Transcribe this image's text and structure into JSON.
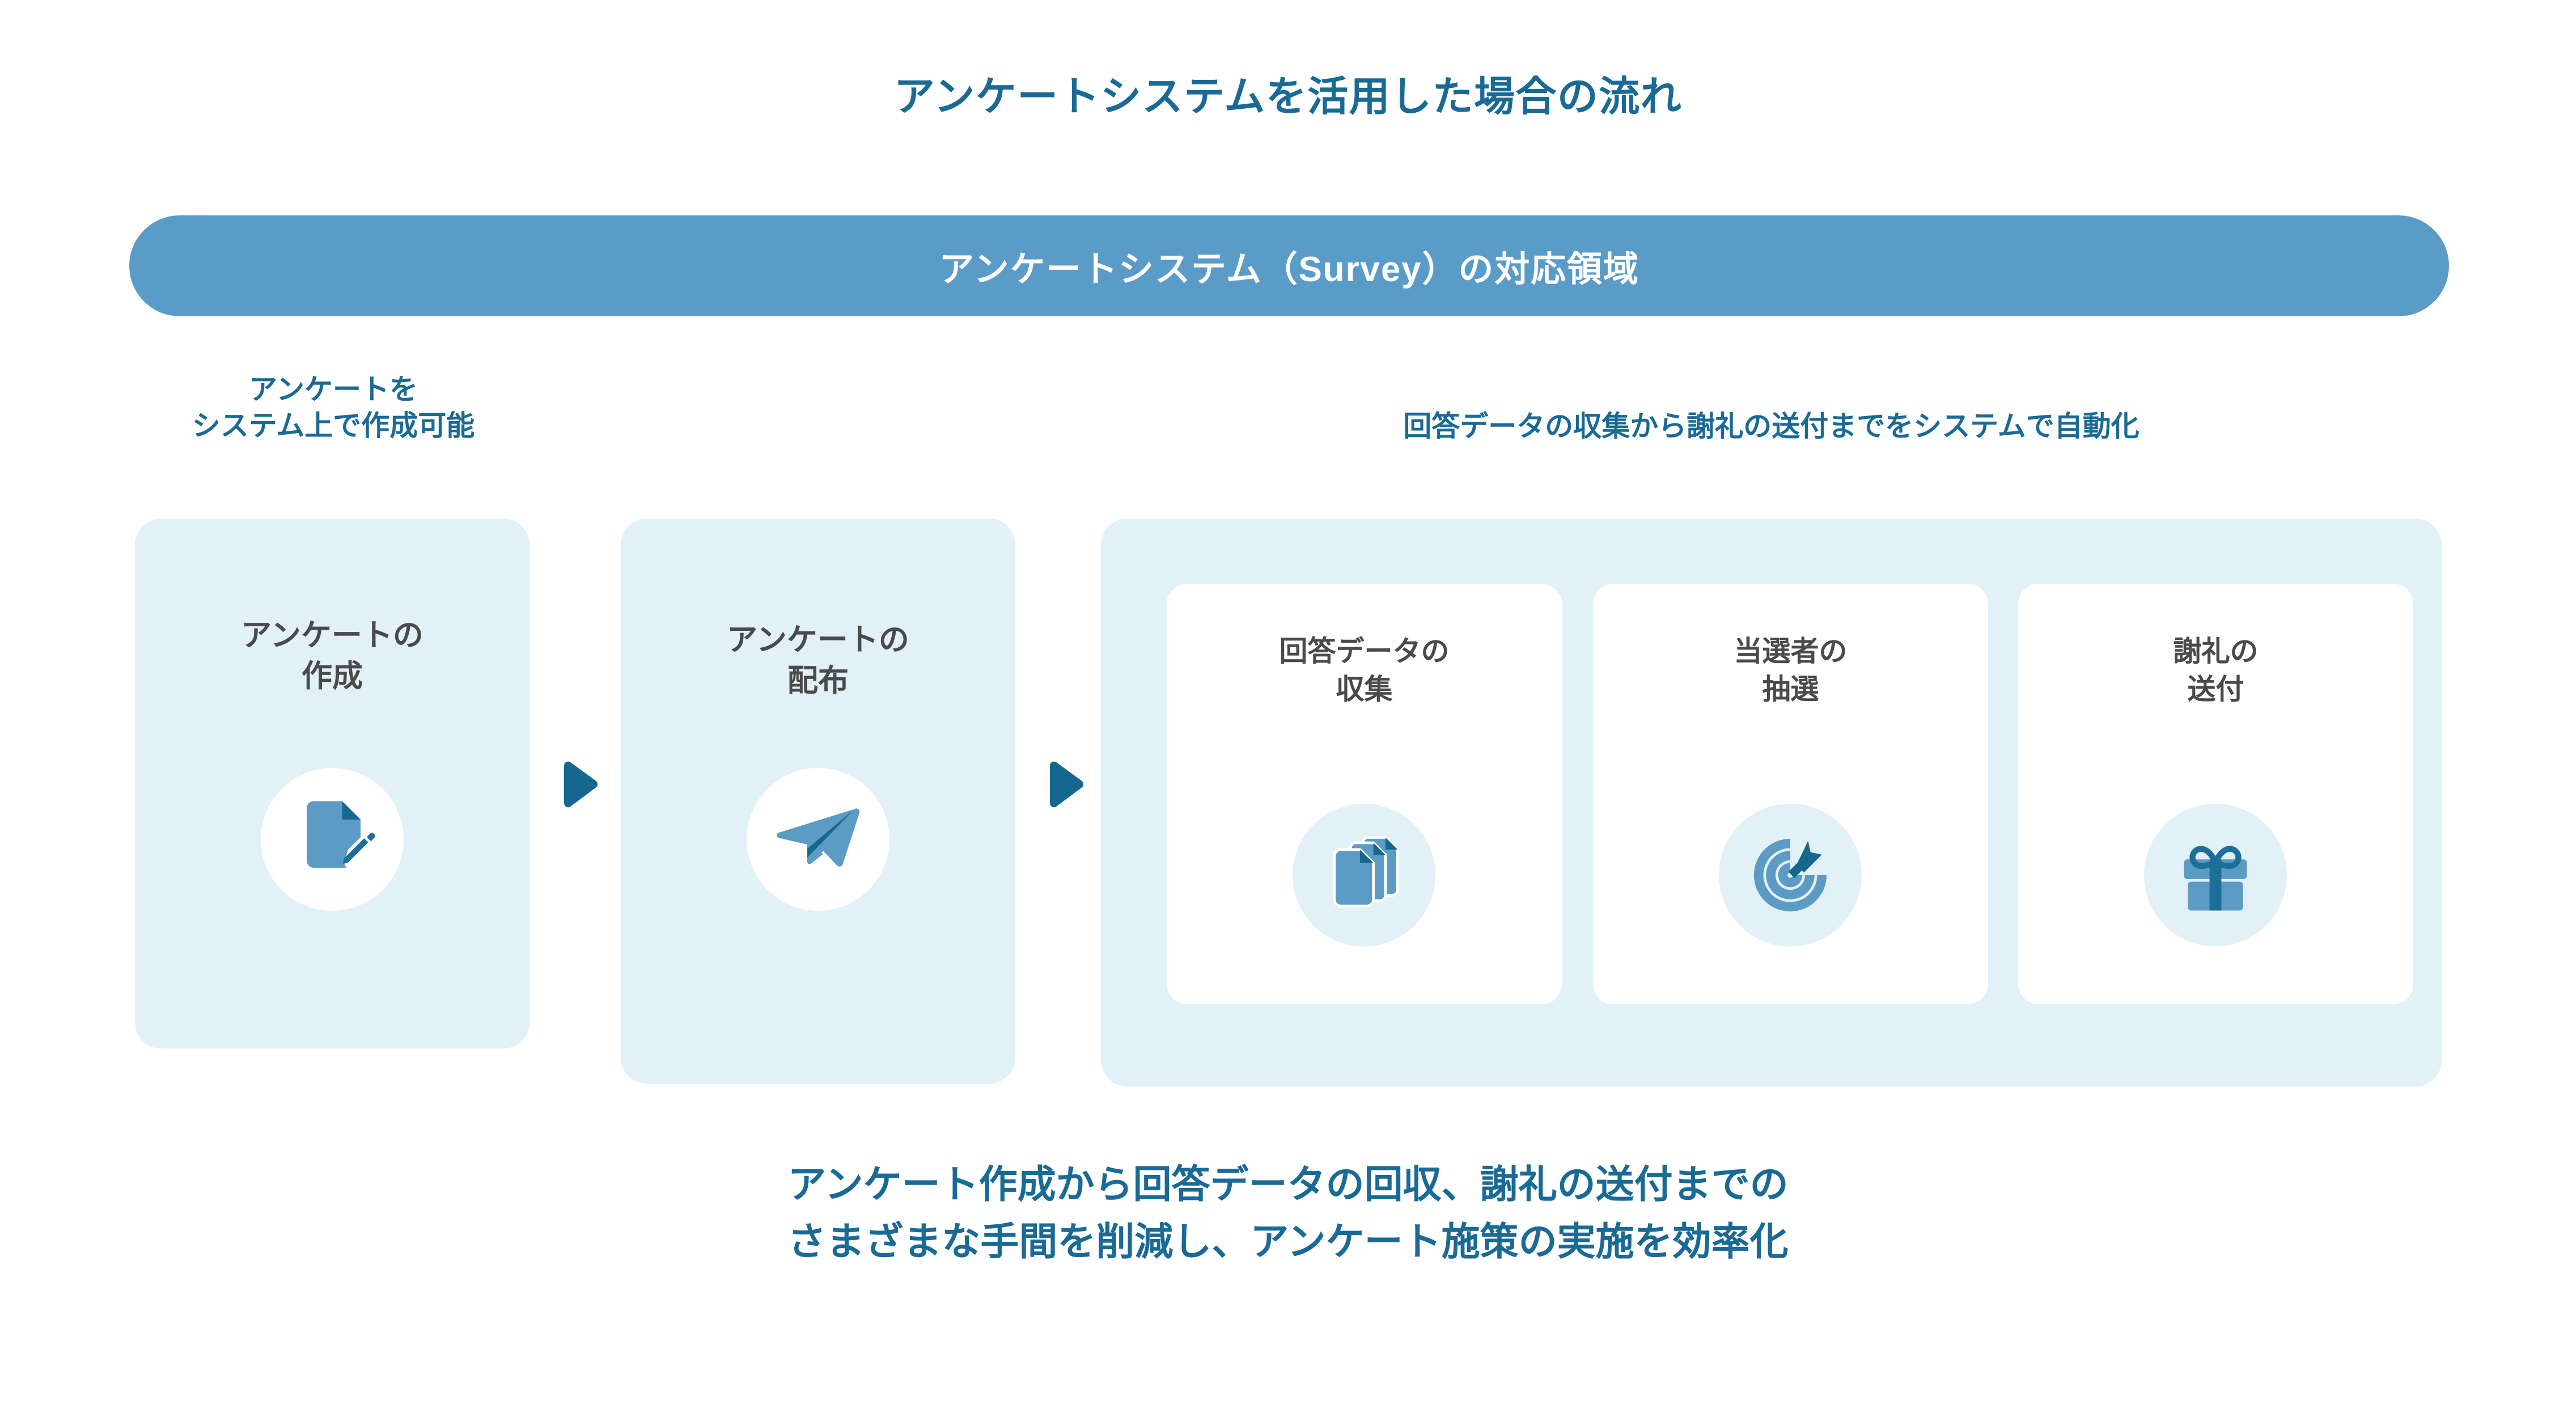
{
  "title": "アンケートシステムを活用した場合の流れ",
  "banner": {
    "label": "アンケートシステム（Survey）の対応領域",
    "color": "#5b9bc8"
  },
  "annotations": {
    "left": "アンケートを\nシステム上で作成可能",
    "right": "回答データの収集から謝礼の送付までをシステムで自動化"
  },
  "flow": {
    "steps": [
      {
        "label": "アンケートの\n作成",
        "icon": "document-edit-icon"
      },
      {
        "label": "アンケートの\n配布",
        "icon": "paper-plane-icon"
      }
    ],
    "arrows": [
      "arrow-right-icon",
      "arrow-right-icon"
    ],
    "group_steps": [
      {
        "label": "回答データの\n収集",
        "icon": "documents-stack-icon"
      },
      {
        "label": "当選者の\n抽選",
        "icon": "target-arrow-icon"
      },
      {
        "label": "謝礼の\n送付",
        "icon": "gift-box-icon"
      }
    ]
  },
  "caption": "アンケート作成から回答データの回収、謝礼の送付までの\nさまざまな手間を削減し、アンケート施策の実施を効率化",
  "colors": {
    "accent_dark": "#1a6a96",
    "accent_mid": "#5b9bc8",
    "panel_tint": "#e2f0f8",
    "icon_dark": "#15678f",
    "icon_light": "#5b9bc8",
    "label_text": "#4a4a4a",
    "background": "#ffffff"
  }
}
